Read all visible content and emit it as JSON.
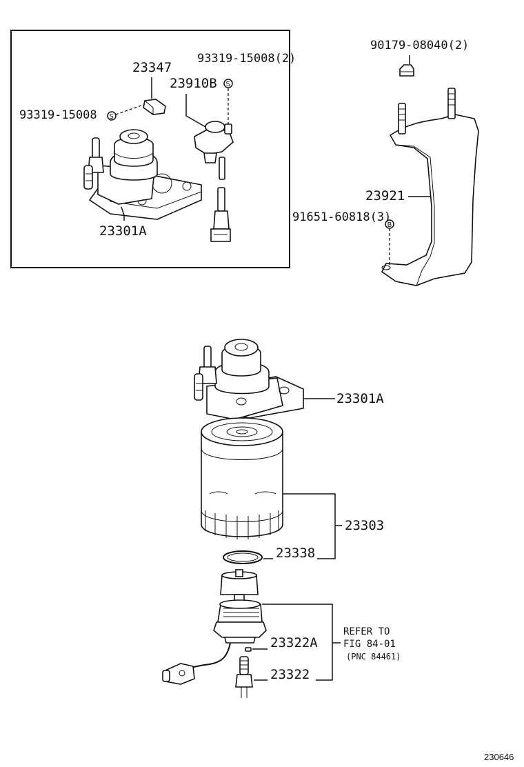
{
  "labels": {
    "p_93319_15008_2": "93319-15008(2)",
    "p_23347": "23347",
    "p_23910b": "23910B",
    "p_93319_15008": "93319-15008",
    "p_23301a_top": "23301A",
    "p_90179_08040_2": "90179-08040(2)",
    "p_23921": "23921",
    "p_91651_60818_3": "91651-60818(3)",
    "p_23301a": "23301A",
    "p_23303": "23303",
    "p_23338": "23338",
    "p_23322a": "23322A",
    "p_23322": "23322"
  },
  "refer": {
    "line1": "REFER TO",
    "line2": "FIG 84-01",
    "line3": "(PNC 84461)"
  },
  "symbols": {
    "s": "S",
    "b": "B"
  },
  "figure_id": "230646"
}
